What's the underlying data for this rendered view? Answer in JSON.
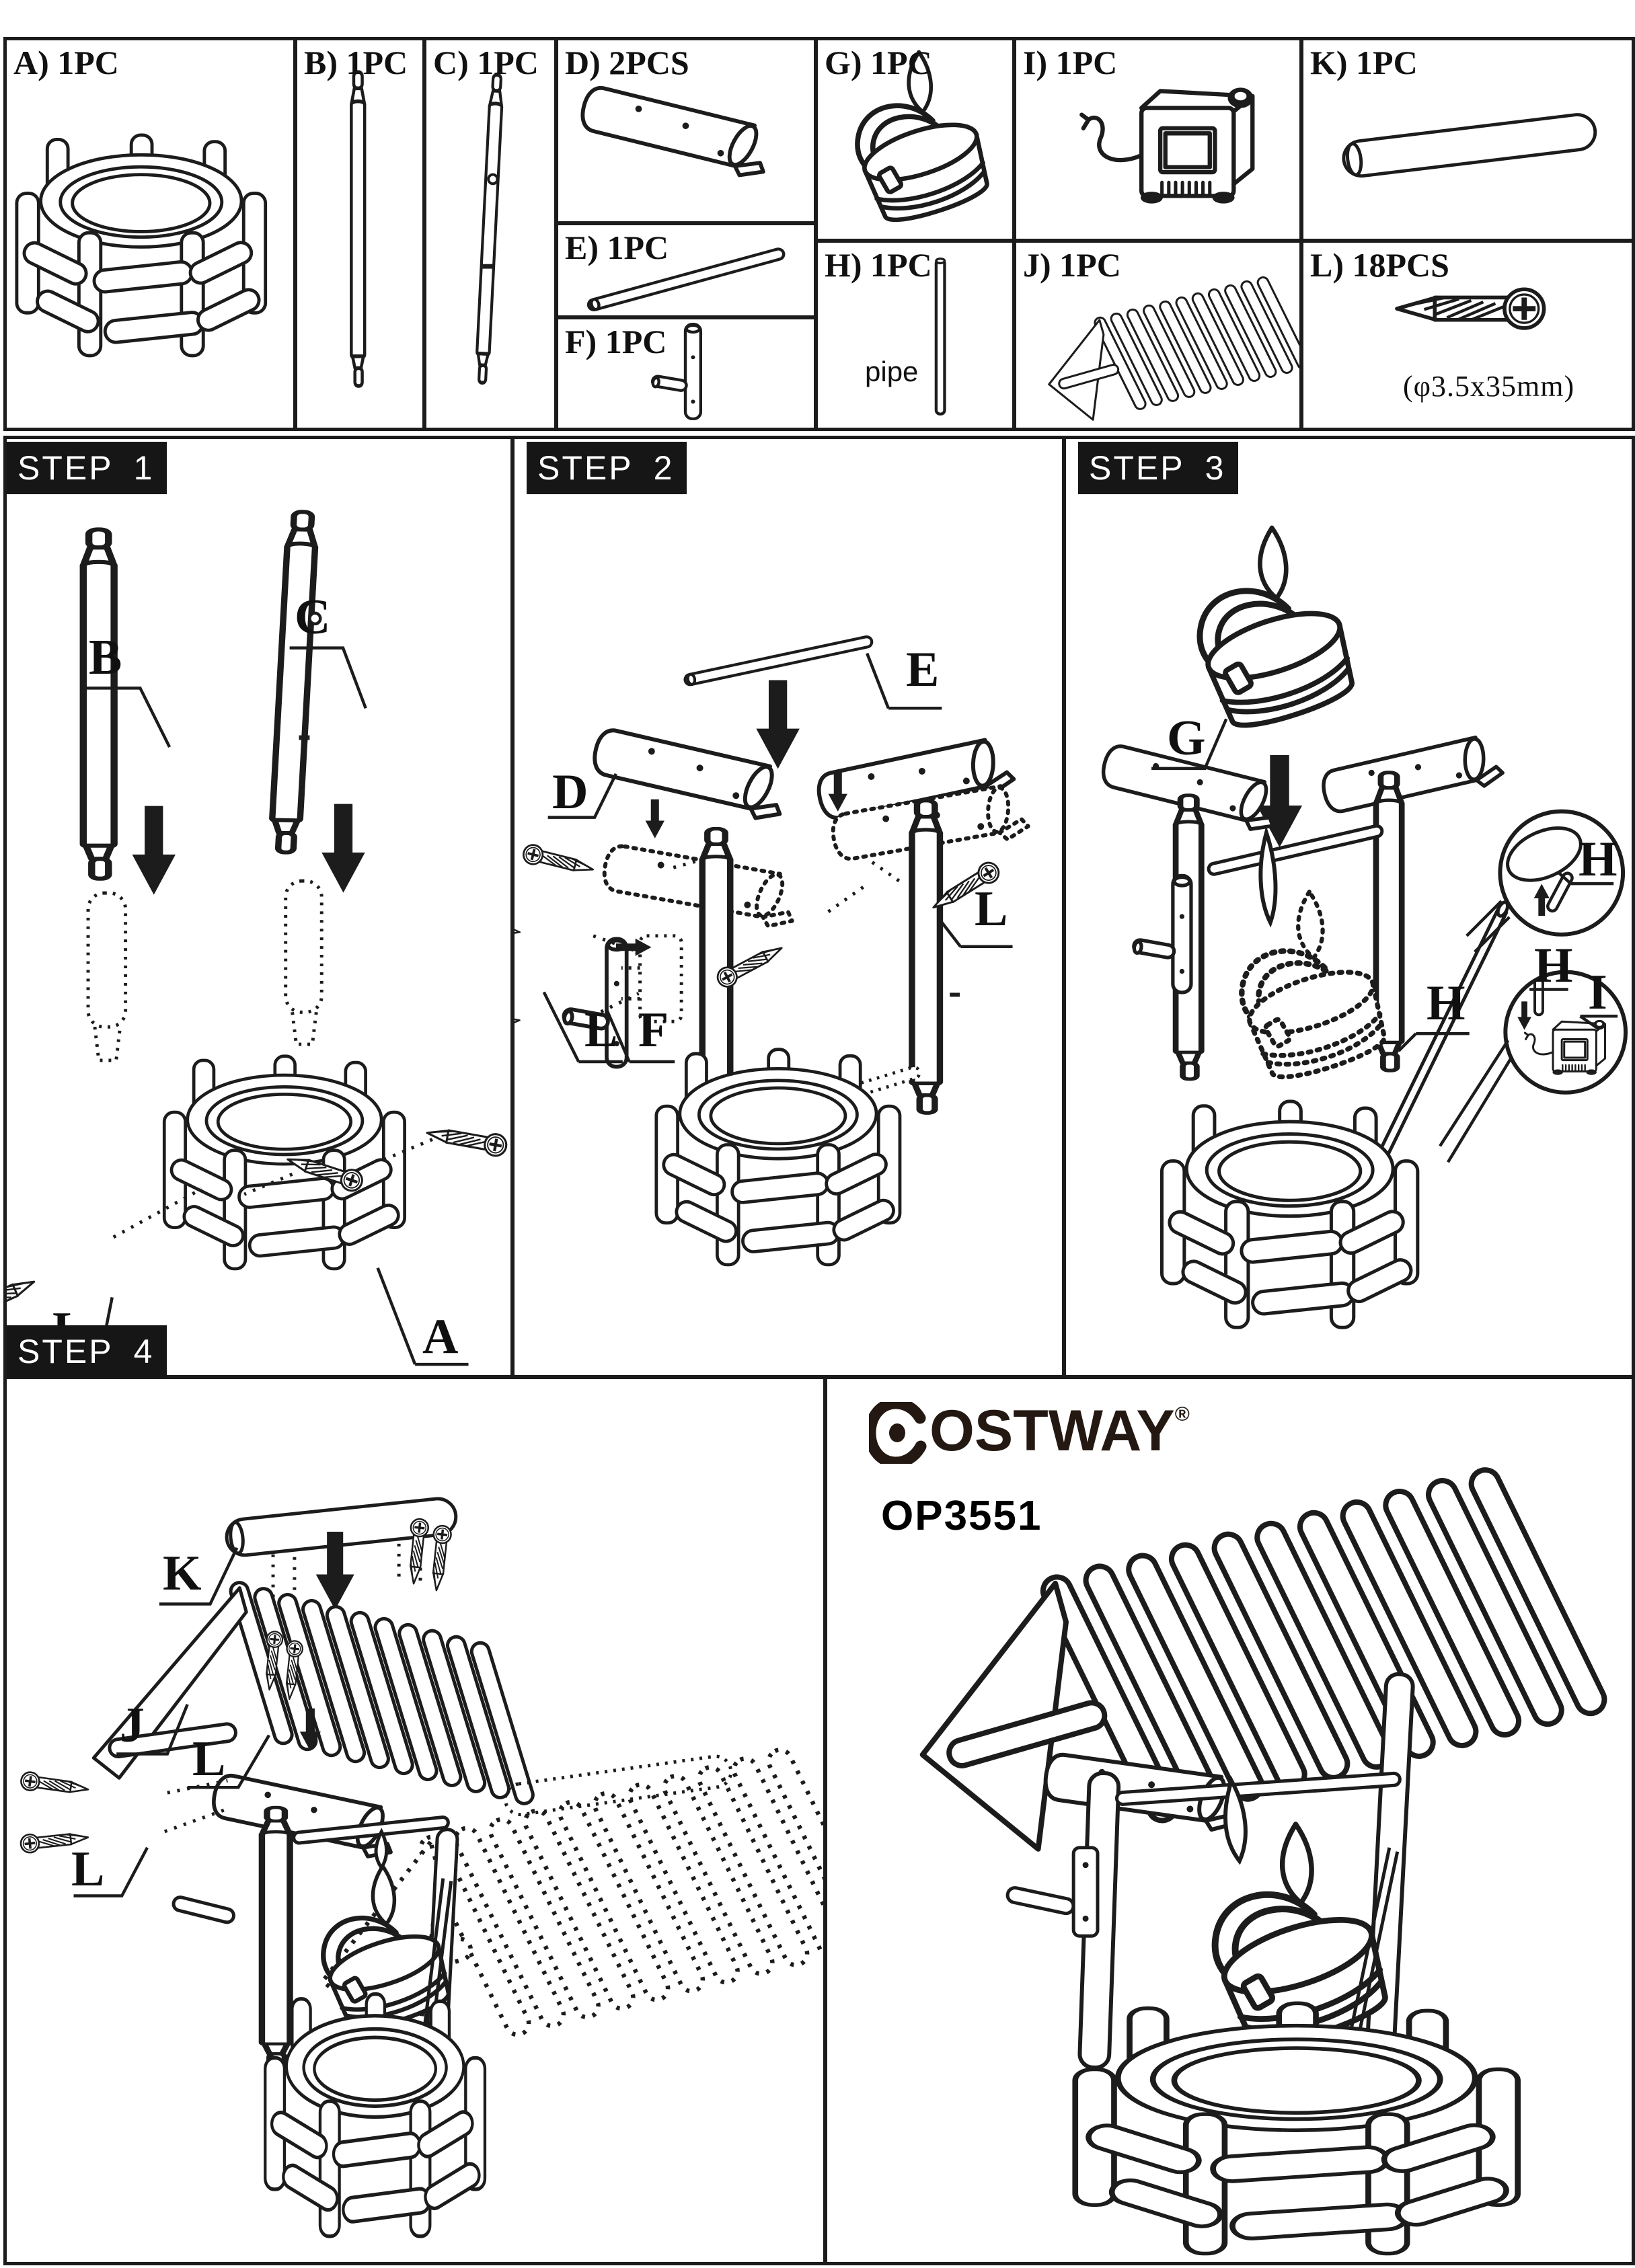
{
  "parts_list": {
    "cells": [
      {
        "key": "A",
        "label": "A) 1PC"
      },
      {
        "key": "B",
        "label": "B) 1PC"
      },
      {
        "key": "C",
        "label": "C) 1PC"
      },
      {
        "key": "D",
        "label": "D) 2PCS"
      },
      {
        "key": "E",
        "label": "E) 1PC"
      },
      {
        "key": "F",
        "label": "F) 1PC"
      },
      {
        "key": "G",
        "label": "G) 1PC"
      },
      {
        "key": "H",
        "label": "H) 1PC",
        "caption": "pipe"
      },
      {
        "key": "I",
        "label": "I) 1PC"
      },
      {
        "key": "J",
        "label": "J) 1PC"
      },
      {
        "key": "K",
        "label": "K) 1PC"
      },
      {
        "key": "L",
        "label": "L) 18PCS",
        "caption": "(φ3.5x35mm)"
      }
    ]
  },
  "steps": {
    "step1": {
      "title": "STEP 1",
      "callouts": {
        "b": "B",
        "c": "C",
        "l": "L",
        "a": "A"
      }
    },
    "step2": {
      "title": "STEP 2",
      "callouts": {
        "e": "E",
        "d": "D",
        "l_right": "L",
        "l_left": "L",
        "f": "F"
      }
    },
    "step3": {
      "title": "STEP 3",
      "callouts": {
        "g": "G",
        "h_main": "H",
        "h_inset_top": "H",
        "h_inset_bottom": "H",
        "i": "I"
      }
    },
    "step4": {
      "title": "STEP 4",
      "callouts": {
        "k": "K",
        "j": "J",
        "l_top": "L",
        "l_bottom": "L"
      }
    }
  },
  "brand": {
    "name": "COSTWAY",
    "name_rest": "OSTWAY",
    "registered": "®",
    "model": "OP3551"
  }
}
